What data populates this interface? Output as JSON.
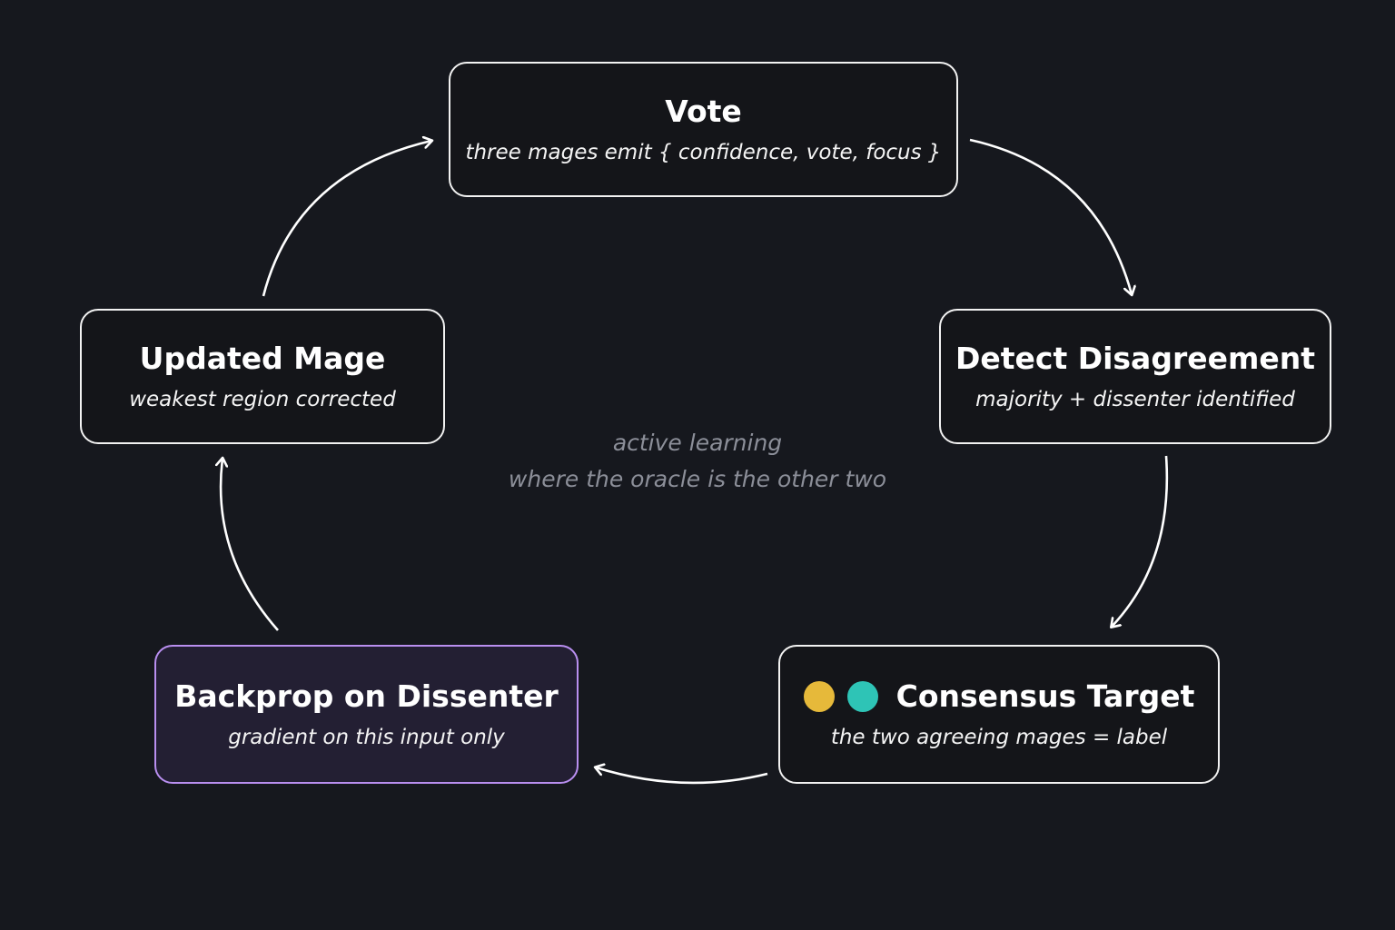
{
  "nodes": {
    "vote": {
      "title": "Vote",
      "subtitle": "three mages emit { confidence, vote, focus }"
    },
    "detect": {
      "title": "Detect Disagreement",
      "subtitle": "majority + dissenter identified"
    },
    "consensus": {
      "title": "Consensus Target",
      "subtitle": "the two agreeing mages = label",
      "dot_colors": [
        "#e6b93a",
        "#2ec4b6"
      ]
    },
    "backprop": {
      "title": "Backprop on Dissenter",
      "subtitle": "gradient on this input only"
    },
    "updated": {
      "title": "Updated Mage",
      "subtitle": "weakest region corrected"
    }
  },
  "center_note": {
    "line1": "active learning",
    "line2": "where the oracle is the other two"
  },
  "colors": {
    "background": "#16181e",
    "node_border": "#f2f2f2",
    "highlight_border": "#b98ff0",
    "highlight_fill": "#231f33",
    "arrow": "#ffffff",
    "note_text": "#8c8f99"
  },
  "edges": [
    {
      "from": "vote",
      "to": "detect"
    },
    {
      "from": "detect",
      "to": "consensus"
    },
    {
      "from": "consensus",
      "to": "backprop"
    },
    {
      "from": "backprop",
      "to": "updated"
    },
    {
      "from": "updated",
      "to": "vote"
    }
  ]
}
